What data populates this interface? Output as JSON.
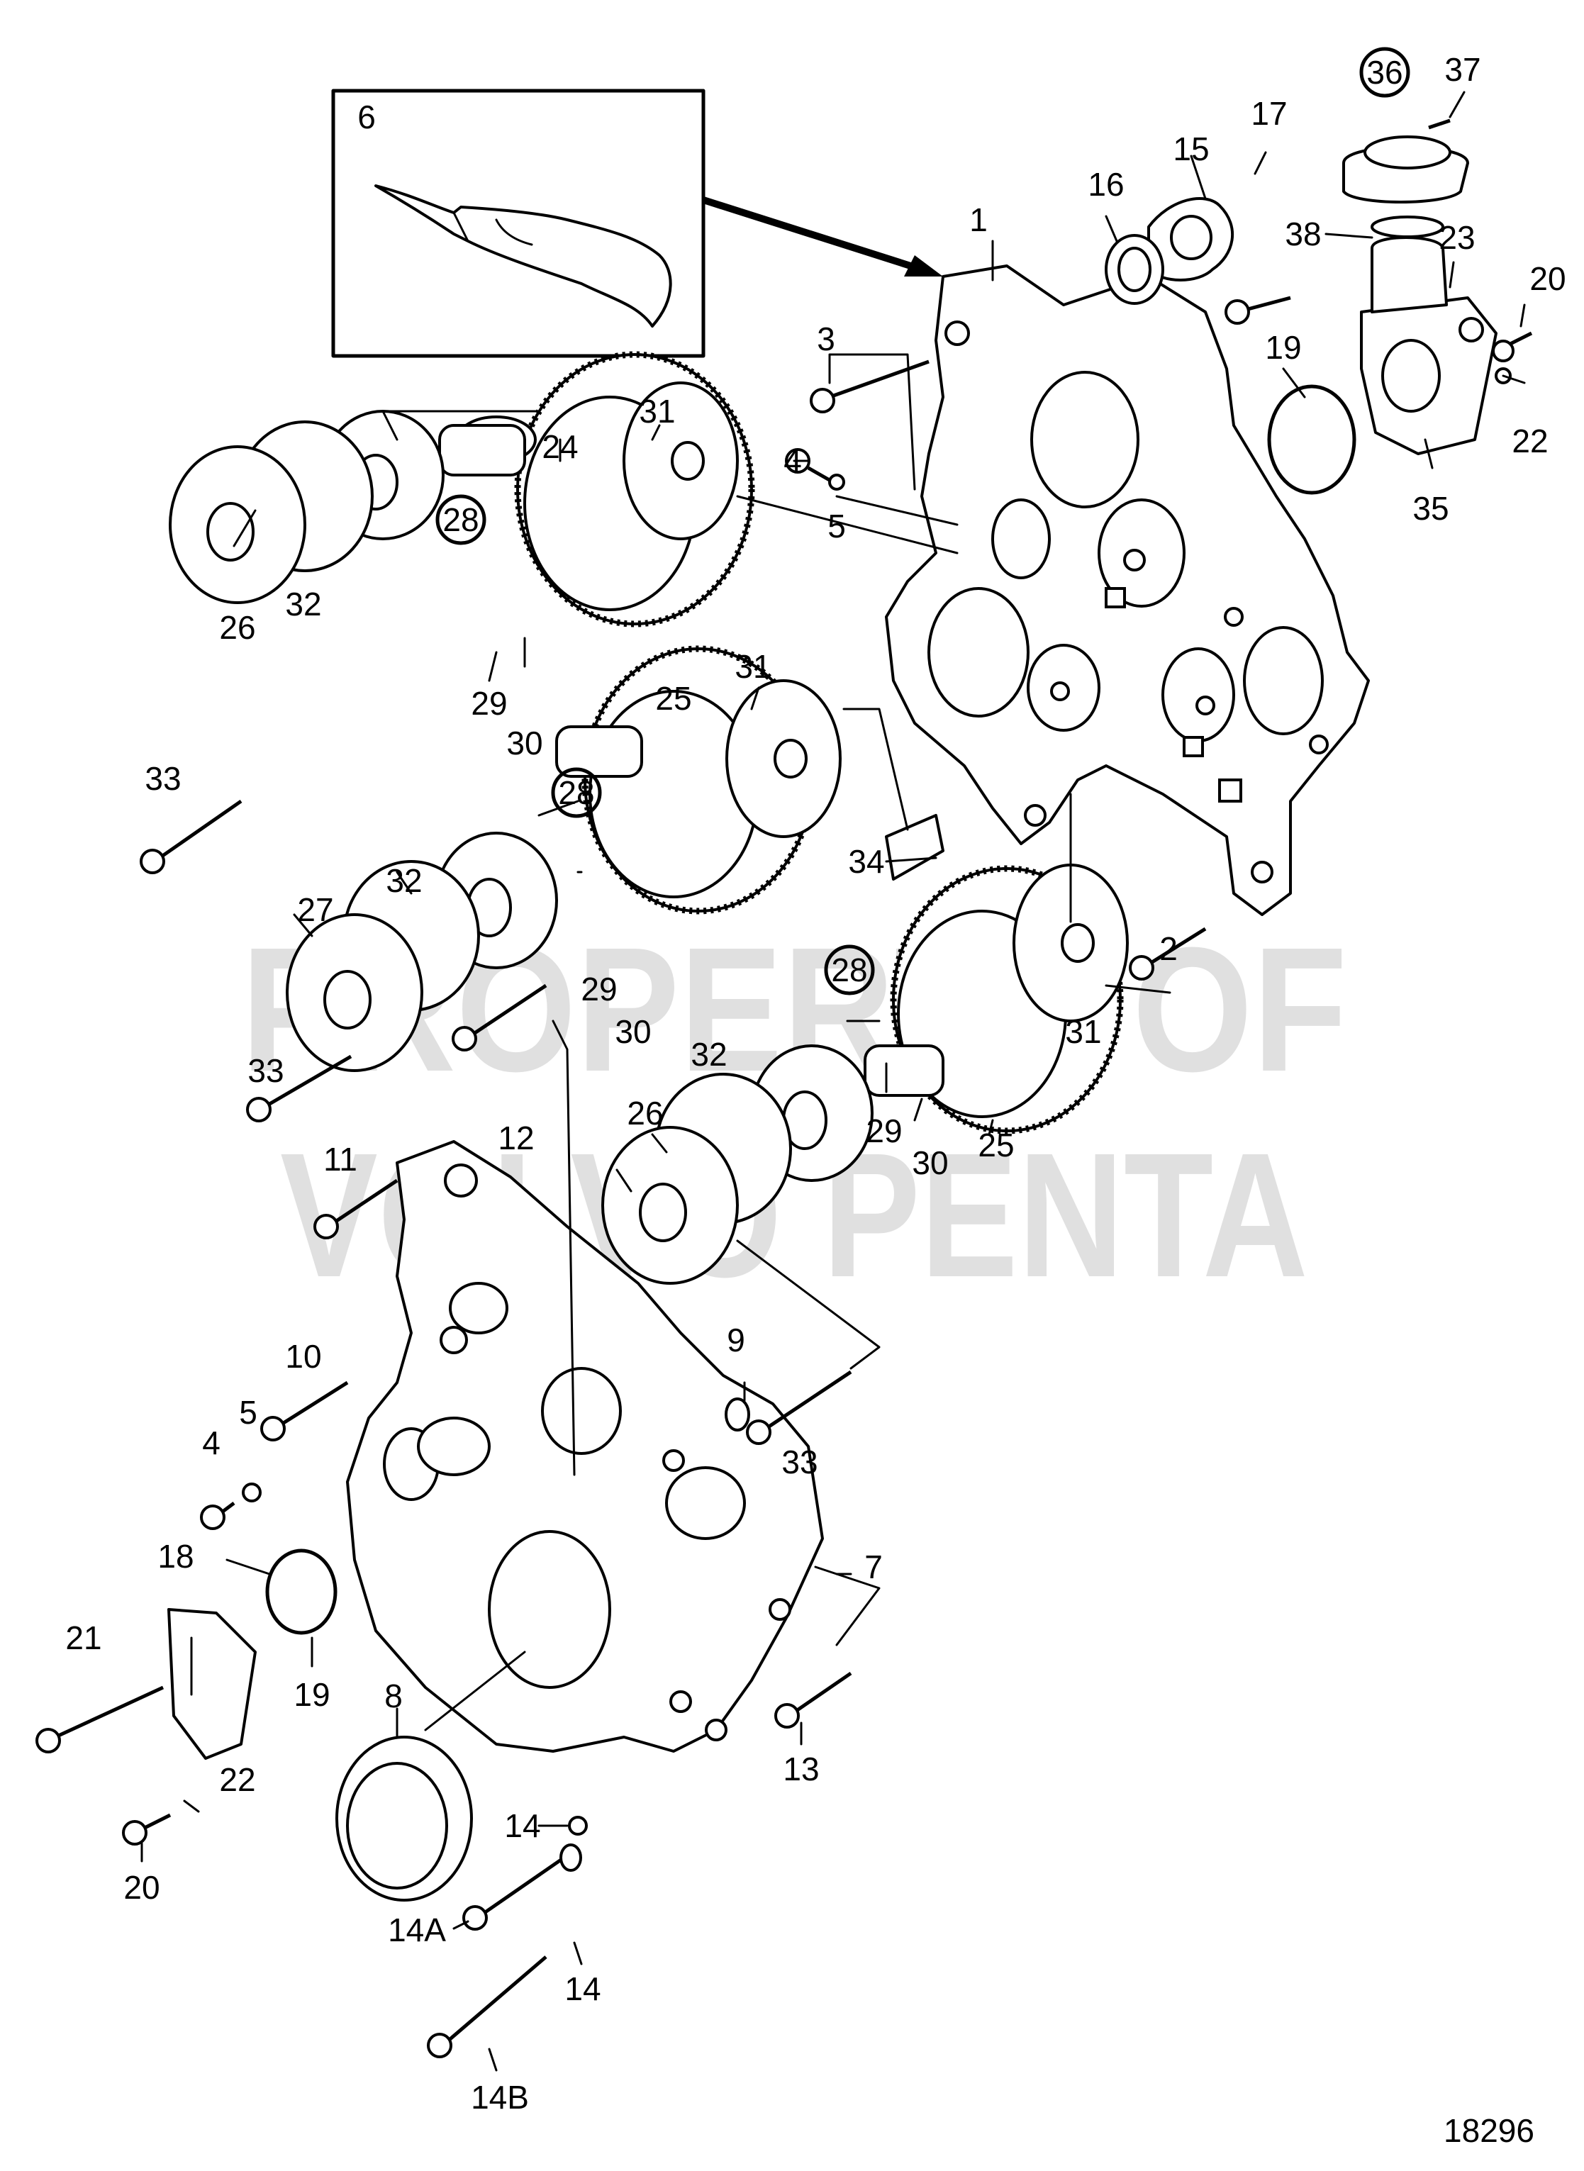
{
  "watermark": [
    "PROPERTY OF",
    "VOLVO PENTA"
  ],
  "figure_number": "18296",
  "callouts": [
    {
      "id": "c6",
      "text": "6",
      "circled": false
    },
    {
      "id": "c36",
      "text": "36",
      "circled": true
    },
    {
      "id": "c37",
      "text": "37",
      "circled": false
    },
    {
      "id": "c17",
      "text": "17",
      "circled": false
    },
    {
      "id": "c15",
      "text": "15",
      "circled": false
    },
    {
      "id": "c16",
      "text": "16",
      "circled": false
    },
    {
      "id": "c1",
      "text": "1",
      "circled": false
    },
    {
      "id": "c38",
      "text": "38",
      "circled": false
    },
    {
      "id": "c23",
      "text": "23",
      "circled": false
    },
    {
      "id": "c20a",
      "text": "20",
      "circled": false
    },
    {
      "id": "c3",
      "text": "3",
      "circled": false
    },
    {
      "id": "c19a",
      "text": "19",
      "circled": false
    },
    {
      "id": "c22a",
      "text": "22",
      "circled": false
    },
    {
      "id": "c31a",
      "text": "31",
      "circled": false
    },
    {
      "id": "c24",
      "text": "24",
      "circled": false
    },
    {
      "id": "c4a",
      "text": "4",
      "circled": false
    },
    {
      "id": "c5a",
      "text": "5",
      "circled": false
    },
    {
      "id": "c35",
      "text": "35",
      "circled": false
    },
    {
      "id": "c28a",
      "text": "28",
      "circled": true
    },
    {
      "id": "c32a",
      "text": "32",
      "circled": false
    },
    {
      "id": "c26a",
      "text": "26",
      "circled": false
    },
    {
      "id": "c29a",
      "text": "29",
      "circled": false
    },
    {
      "id": "c30a",
      "text": "30",
      "circled": false
    },
    {
      "id": "c25a",
      "text": "25",
      "circled": false
    },
    {
      "id": "c31b",
      "text": "31",
      "circled": false
    },
    {
      "id": "c33a",
      "text": "33",
      "circled": false
    },
    {
      "id": "c28b",
      "text": "28",
      "circled": true
    },
    {
      "id": "c34",
      "text": "34",
      "circled": false
    },
    {
      "id": "c32b",
      "text": "32",
      "circled": false
    },
    {
      "id": "c27",
      "text": "27",
      "circled": false
    },
    {
      "id": "c2",
      "text": "2",
      "circled": false
    },
    {
      "id": "c29b",
      "text": "29",
      "circled": false
    },
    {
      "id": "c30b",
      "text": "30",
      "circled": false
    },
    {
      "id": "c28c",
      "text": "28",
      "circled": true
    },
    {
      "id": "c31c",
      "text": "31",
      "circled": false
    },
    {
      "id": "c33b",
      "text": "33",
      "circled": false
    },
    {
      "id": "c32c",
      "text": "32",
      "circled": false
    },
    {
      "id": "c12",
      "text": "12",
      "circled": false
    },
    {
      "id": "c26b",
      "text": "26",
      "circled": false
    },
    {
      "id": "c29c",
      "text": "29",
      "circled": false
    },
    {
      "id": "c25b",
      "text": "25",
      "circled": false
    },
    {
      "id": "c30c",
      "text": "30",
      "circled": false
    },
    {
      "id": "c11",
      "text": "11",
      "circled": false
    },
    {
      "id": "c9",
      "text": "9",
      "circled": false
    },
    {
      "id": "c10",
      "text": "10",
      "circled": false
    },
    {
      "id": "c5b",
      "text": "5",
      "circled": false
    },
    {
      "id": "c33c",
      "text": "33",
      "circled": false
    },
    {
      "id": "c4b",
      "text": "4",
      "circled": false
    },
    {
      "id": "c18",
      "text": "18",
      "circled": false
    },
    {
      "id": "c7",
      "text": "7",
      "circled": false
    },
    {
      "id": "c21",
      "text": "21",
      "circled": false
    },
    {
      "id": "c19b",
      "text": "19",
      "circled": false
    },
    {
      "id": "c8",
      "text": "8",
      "circled": false
    },
    {
      "id": "c13",
      "text": "13",
      "circled": false
    },
    {
      "id": "c22b",
      "text": "22",
      "circled": false
    },
    {
      "id": "c20b",
      "text": "20",
      "circled": false
    },
    {
      "id": "c14a",
      "text": "14",
      "circled": false
    },
    {
      "id": "c14A",
      "text": "14A",
      "circled": false
    },
    {
      "id": "c14b",
      "text": "14",
      "circled": false
    },
    {
      "id": "c14B",
      "text": "14B",
      "circled": false
    }
  ]
}
